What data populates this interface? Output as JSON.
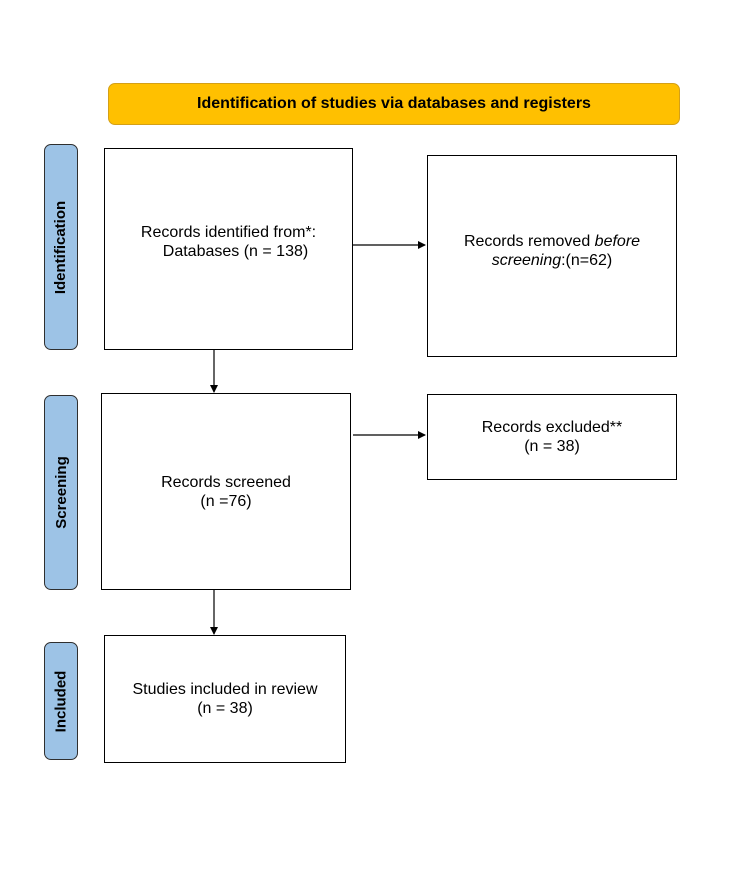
{
  "header": {
    "title": "Identification of studies via databases and registers"
  },
  "stages": {
    "identification": "Identification",
    "screening": "Screening",
    "included": "Included"
  },
  "boxes": {
    "records_identified": {
      "line1": "Records identified from*:",
      "line2": "Databases (n = 138)"
    },
    "records_removed": {
      "line1_prefix": "Records removed ",
      "line1_italic": "before",
      "line2_italic": "screening",
      "line2_suffix": ":(n=62)"
    },
    "records_screened": {
      "line1": "Records screened",
      "line2": "(n =76)"
    },
    "records_excluded": {
      "line1": "Records excluded**",
      "line2": "(n = 38)"
    },
    "studies_included": {
      "line1": "Studies included in review",
      "line2": "(n = 38)"
    }
  },
  "colors": {
    "header_fill": "#FFC000",
    "stage_fill": "#9DC3E6",
    "box_border": "#000000"
  }
}
